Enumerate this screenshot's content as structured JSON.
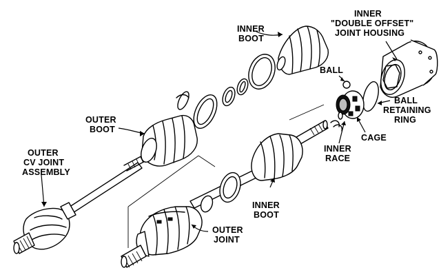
{
  "labels": {
    "inner_boot_top": [
      "INNER",
      "BOOT"
    ],
    "inner_joint_housing": [
      "INNER",
      "\"DOUBLE OFFSET\"",
      "JOINT HOUSING"
    ],
    "ball": "BALL",
    "ball_retaining_ring": [
      "BALL",
      "RETAINING",
      "RING"
    ],
    "cage": "CAGE",
    "inner_race": [
      "INNER",
      "RACE"
    ],
    "outer_boot": [
      "OUTER",
      "BOOT"
    ],
    "outer_cv_joint_assembly": [
      "OUTER",
      "CV JOINT",
      "ASSEMBLY"
    ],
    "inner_boot_bottom": [
      "INNER",
      "BOOT"
    ],
    "outer_joint": [
      "OUTER",
      "JOINT"
    ]
  },
  "colors": {
    "ink": "#000000",
    "background": "#ffffff",
    "shade": "#bdbdbd"
  }
}
